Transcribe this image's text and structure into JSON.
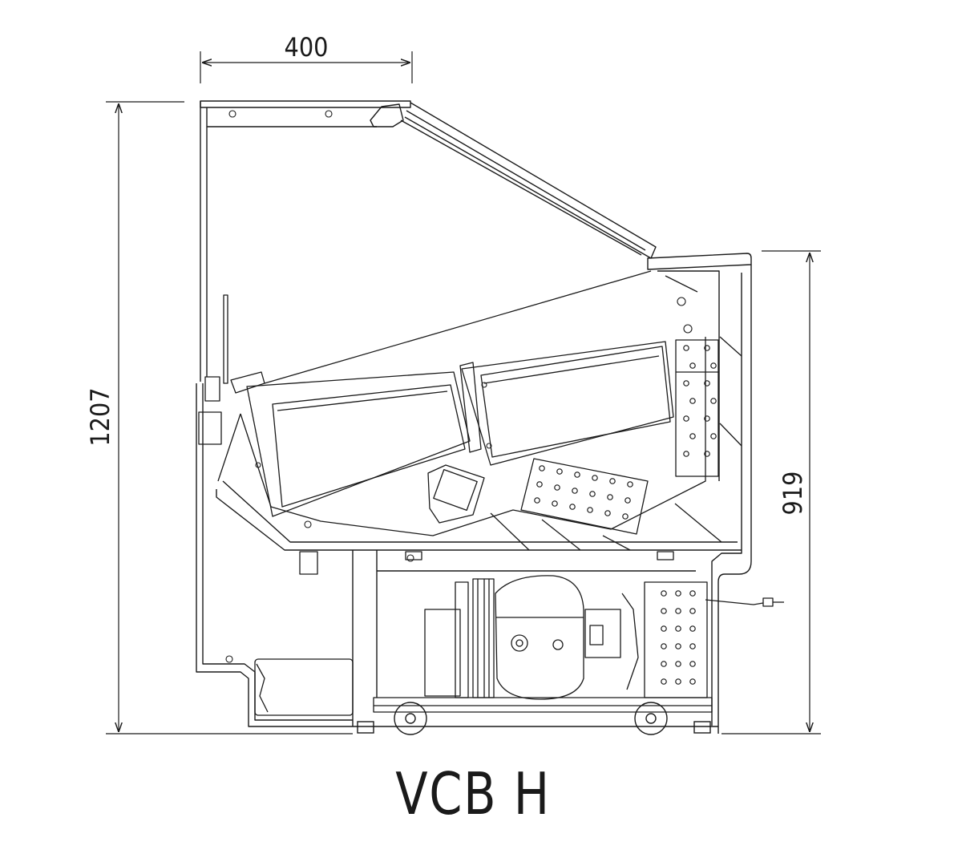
{
  "dimensions": {
    "top_width": "400",
    "total_height": "1207",
    "counter_height": "919"
  },
  "model": "VCB H"
}
